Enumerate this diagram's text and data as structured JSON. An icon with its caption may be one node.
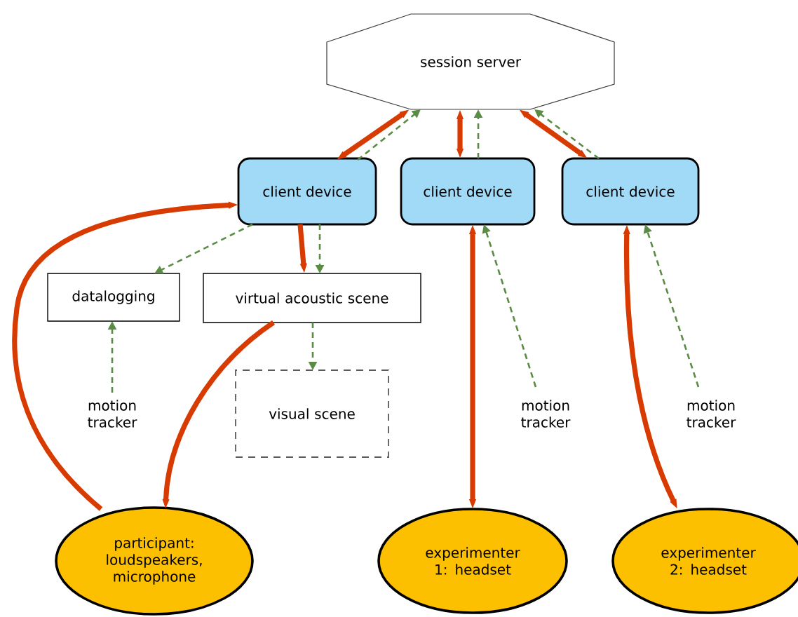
{
  "diagram": {
    "nodes": [
      {
        "text": [
          "session server"
        ]
      },
      {
        "text": [
          "client device"
        ]
      },
      {
        "text": [
          "client device"
        ]
      },
      {
        "text": [
          "client device"
        ]
      },
      {
        "text": [
          "datalogging"
        ]
      },
      {
        "text": [
          "virtual acoustic scene"
        ]
      },
      {
        "text": [
          "visual scene"
        ]
      },
      {
        "text": [
          "motion tracker"
        ]
      },
      {
        "text": [
          "motion tracker"
        ]
      },
      {
        "text": [
          "motion tracker"
        ]
      },
      {
        "text": [
          "participant: loudspeakers, microphone"
        ]
      },
      {
        "text": [
          "experimenter 1: headset"
        ]
      },
      {
        "text": [
          "experimenter 2: headset"
        ]
      }
    ],
    "edges": [
      {
        "from": 0,
        "to": 1,
        "arrow": "both",
        "style": "thick",
        "color": "#d83b01"
      },
      {
        "from": 1,
        "to": 0,
        "arrow": "to",
        "style": "dashed"
      },
      {
        "from": 0,
        "to": 2,
        "arrow": "both",
        "style": "thick",
        "color": "#d83b01"
      },
      {
        "from": 2,
        "to": 0,
        "arrow": "to",
        "style": "dashed"
      },
      {
        "from": 0,
        "to": 3,
        "arrow": "both",
        "style": "thick",
        "color": "#d83b01"
      },
      {
        "from": 3,
        "to": 0,
        "arrow": "to",
        "style": "dashed"
      },
      {
        "from": 1,
        "to": 4,
        "arrow": "to",
        "style": "dashed"
      },
      {
        "from": 1,
        "to": 5,
        "arrow": "to",
        "style": "thick",
        "color": "#d83b01"
      },
      {
        "from": 1,
        "to": 5,
        "arrow": "to",
        "style": "dashed"
      },
      {
        "from": 5,
        "to": 6,
        "arrow": "to",
        "style": "dashed"
      },
      {
        "from": 7,
        "to": 4,
        "arrow": "to",
        "style": "dashed"
      },
      {
        "from": 5,
        "to": 10,
        "arrow": "to",
        "style": "thick",
        "color": "#d83b01"
      },
      {
        "from": 10,
        "to": 1,
        "arrow": "to",
        "style": "thick",
        "color": "#d83b01"
      },
      {
        "from": 8,
        "to": 2,
        "arrow": "to",
        "style": "dashed"
      },
      {
        "from": 2,
        "to": 11,
        "arrow": "both",
        "style": "thick",
        "color": "#d83b01"
      },
      {
        "from": 9,
        "to": 3,
        "arrow": "to",
        "style": "dashed"
      },
      {
        "from": 3,
        "to": 12,
        "arrow": "both",
        "style": "thick",
        "color": "#d83b01"
      }
    ]
  }
}
